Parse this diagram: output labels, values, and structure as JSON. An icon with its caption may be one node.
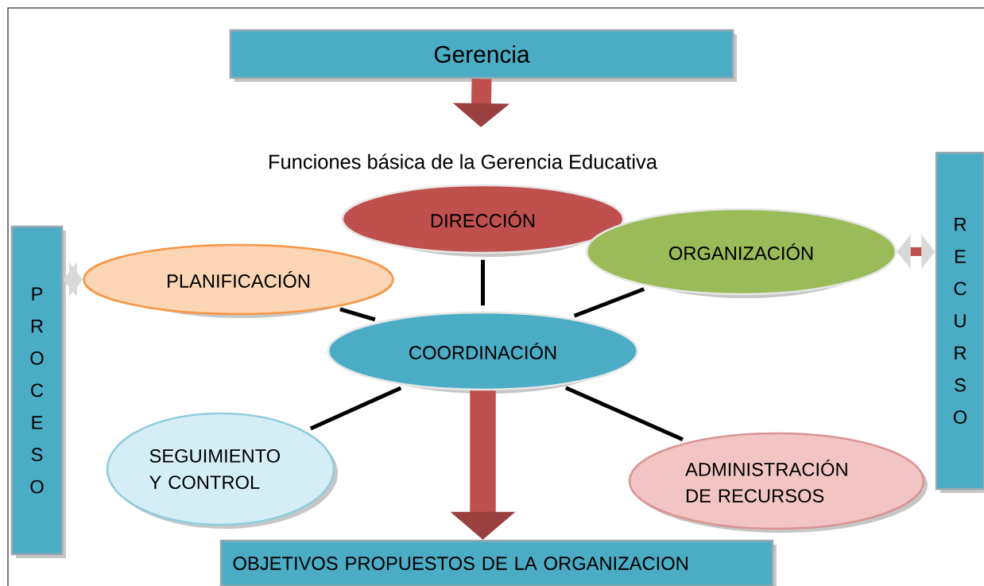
{
  "diagram": {
    "title": "Funciones básica de la Gerencia Educativa",
    "nodes": [
      {
        "text": [
          "Gerencia"
        ]
      },
      {
        "text": [
          "DIRECCIÓN"
        ]
      },
      {
        "text": [
          "ORGANIZACIÓN"
        ]
      },
      {
        "text": [
          "PLANIFICACIÓN"
        ]
      },
      {
        "text": [
          "COORDINACIÓN"
        ]
      },
      {
        "text": [
          "SEGUIMIENTO Y CONTROL"
        ]
      },
      {
        "text": [
          "ADMINISTRACIÓN DE RECURSOS"
        ]
      },
      {
        "text": [
          "P R O C E S O"
        ]
      },
      {
        "text": [
          "R E C U R S O"
        ]
      },
      {
        "text": [
          "OBJETIVOS PROPUESTOS DE LA ORGANIZACION"
        ]
      }
    ],
    "edges": [
      {
        "from": 0,
        "to": null,
        "arrow": "to",
        "color": "#c0504d",
        "style": "thick"
      },
      {
        "from": 1,
        "to": 4,
        "arrow": "none"
      },
      {
        "from": 3,
        "to": 4,
        "arrow": "none"
      },
      {
        "from": 2,
        "to": 4,
        "arrow": "none"
      },
      {
        "from": 5,
        "to": 4,
        "arrow": "none"
      },
      {
        "from": 6,
        "to": 4,
        "arrow": "none"
      },
      {
        "from": 4,
        "to": 9,
        "arrow": "to",
        "color": "#c0504d",
        "style": "thick"
      },
      {
        "from": 7,
        "to": 3,
        "arrow": "both",
        "color": "#c0504d",
        "style": "thick"
      },
      {
        "from": 2,
        "to": 8,
        "arrow": "both",
        "color": "#c0504d",
        "style": "thick"
      }
    ]
  }
}
